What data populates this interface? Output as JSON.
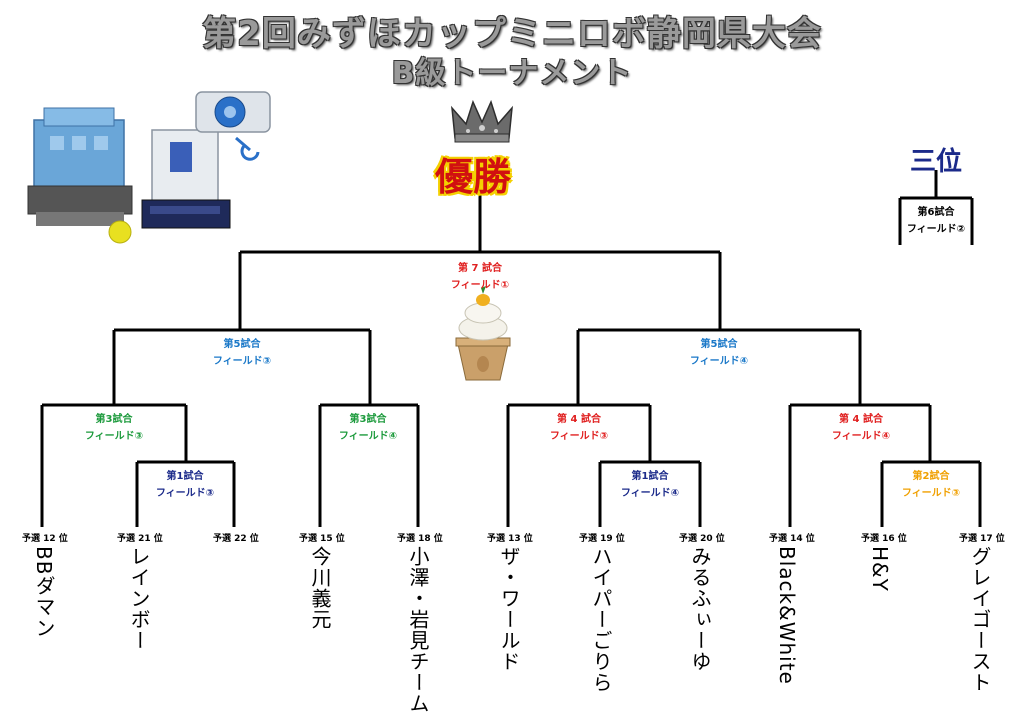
{
  "title": "第2回みずほカップミニロボ静岡県大会",
  "subtitle": "B級トーナメント",
  "champion_label": "優勝",
  "third_place_label": "三位",
  "colors": {
    "red": "#e02020",
    "green": "#1c9a3c",
    "blue": "#1a78c8",
    "navy": "#1b2a8a",
    "orange": "#f0a000",
    "black": "#000000"
  },
  "matches": [
    {
      "id": "m7",
      "match": "第 7 試合",
      "field": "フィールド①",
      "color": "red"
    },
    {
      "id": "m5l",
      "match": "第5試合",
      "field": "フィールド③",
      "color": "blue"
    },
    {
      "id": "m5r",
      "match": "第5試合",
      "field": "フィールド④",
      "color": "blue"
    },
    {
      "id": "m3a",
      "match": "第3試合",
      "field": "フィールド③",
      "color": "green"
    },
    {
      "id": "m3b",
      "match": "第3試合",
      "field": "フィールド④",
      "color": "green"
    },
    {
      "id": "m4a",
      "match": "第 4 試合",
      "field": "フィールド③",
      "color": "red"
    },
    {
      "id": "m4b",
      "match": "第 4 試合",
      "field": "フィールド④",
      "color": "red"
    },
    {
      "id": "m1a",
      "match": "第1試合",
      "field": "フィールド③",
      "color": "navy"
    },
    {
      "id": "m1b",
      "match": "第1試合",
      "field": "フィールド④",
      "color": "navy"
    },
    {
      "id": "m2",
      "match": "第2試合",
      "field": "フィールド③",
      "color": "orange"
    },
    {
      "id": "m6",
      "match": "第6試合",
      "field": "フィールド②",
      "color": "black"
    }
  ],
  "entrants": [
    {
      "seed": "予選 12 位",
      "name": "BBダマン"
    },
    {
      "seed": "予選 21 位",
      "name": "レインボー"
    },
    {
      "seed": "予選 22 位",
      "name": ""
    },
    {
      "seed": "予選 15 位",
      "name": "今川義元"
    },
    {
      "seed": "予選 18 位",
      "name": "小澤・岩見チーム"
    },
    {
      "seed": "予選 13 位",
      "name": "ザ・ワールド"
    },
    {
      "seed": "予選 19 位",
      "name": "ハイパーごりら"
    },
    {
      "seed": "予選 20 位",
      "name": "みるふぃーゆ"
    },
    {
      "seed": "予選 14 位",
      "name": "Black&White"
    },
    {
      "seed": "予選 16 位",
      "name": "H&Y"
    },
    {
      "seed": "予選 17 位",
      "name": "グレイゴースト"
    }
  ]
}
